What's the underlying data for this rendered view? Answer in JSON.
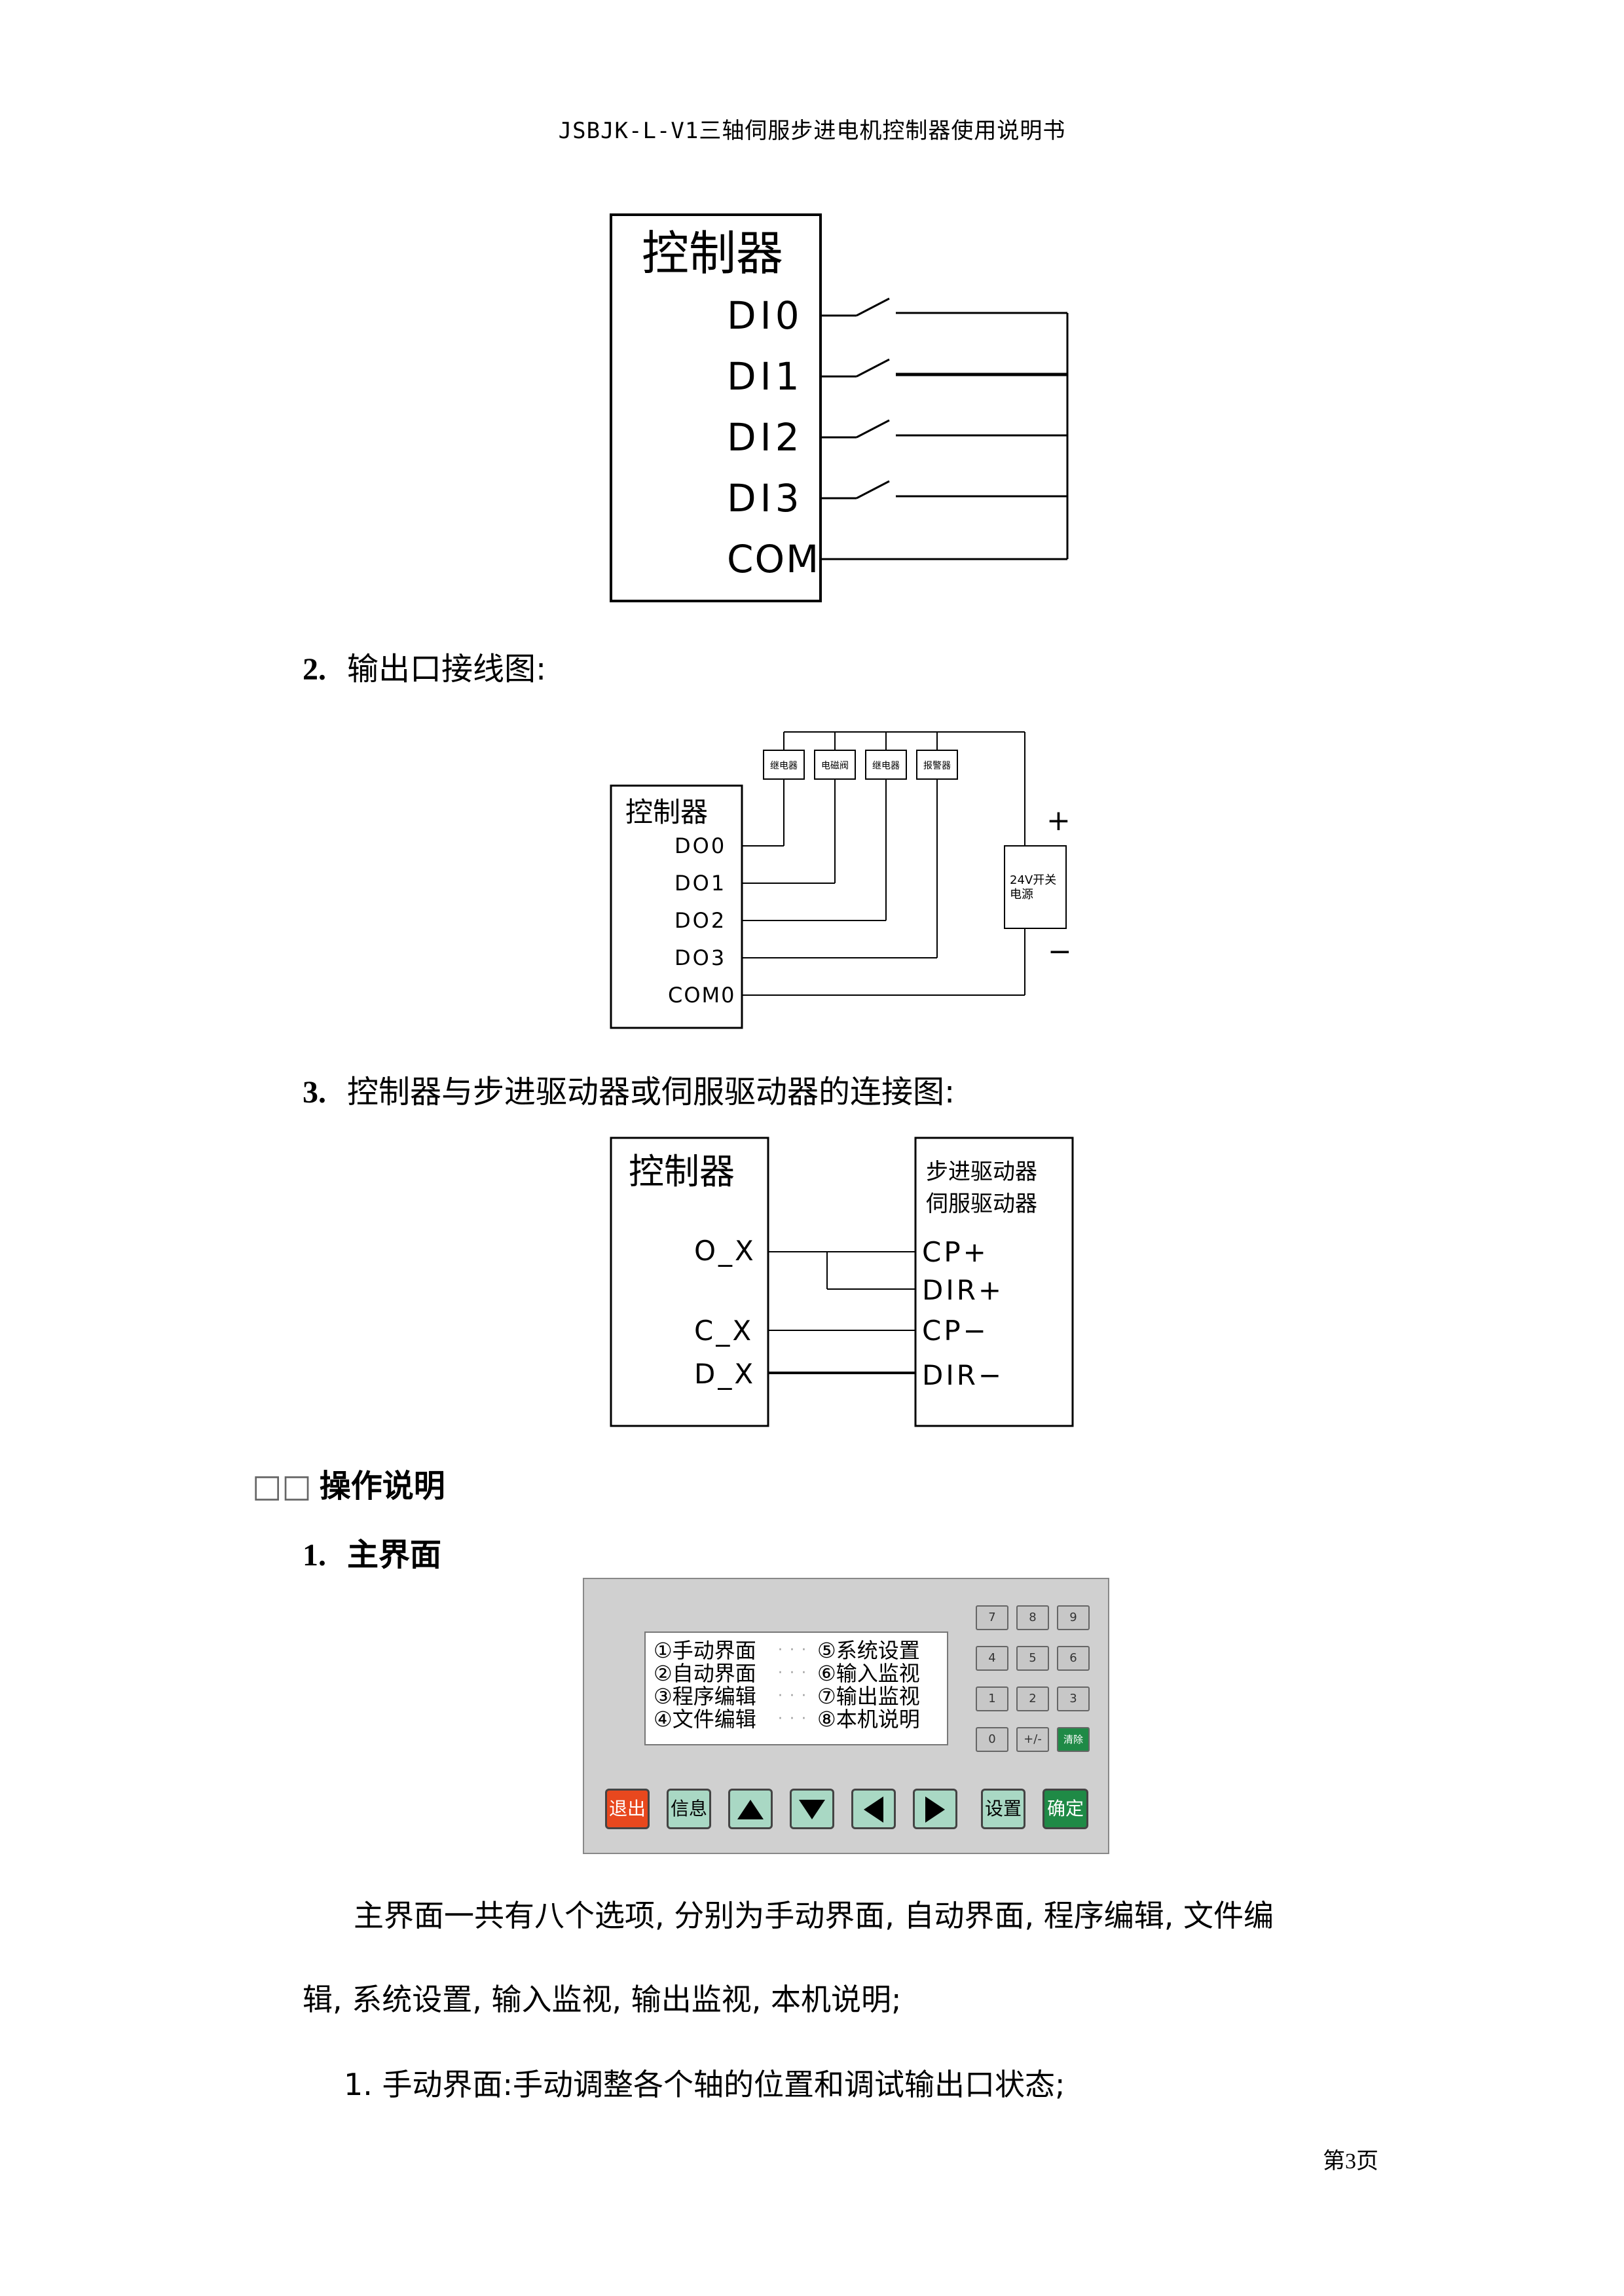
{
  "header": "JSBJK-L-V1三轴伺服步进电机控制器使用说明书",
  "diagram1": {
    "controller": "控制器",
    "pins": [
      "DI0",
      "DI1",
      "DI2",
      "DI3",
      "COM"
    ]
  },
  "section2": {
    "num": "2.",
    "title": "输出口接线图:"
  },
  "diagram2": {
    "controller": "控制器",
    "pins": [
      "DO0",
      "DO1",
      "DO2",
      "DO3",
      "COM0"
    ],
    "loads": [
      "继电器",
      "电磁阀",
      "继电器",
      "报警器"
    ],
    "psu_line1": "24V开关",
    "psu_line2": "电源",
    "plus": "+",
    "minus": "−"
  },
  "section3": {
    "num": "3.",
    "title": "控制器与步进驱动器或伺服驱动器的连接图:"
  },
  "diagram3": {
    "controller": "控制器",
    "driver_line1": "步进驱动器",
    "driver_line2": "伺服驱动器",
    "ctrl_pins": [
      "O_X",
      "C_X",
      "D_X"
    ],
    "drv_pins": [
      "CP+",
      "DIR+",
      "CP−",
      "DIR−"
    ]
  },
  "chapter": {
    "marker": "□□",
    "title": "操作说明"
  },
  "section_main": {
    "num": "1.",
    "title": "主界面"
  },
  "panel": {
    "lcd_left": [
      "①手动界面",
      "②自动界面",
      "③程序编辑",
      "④文件编辑"
    ],
    "lcd_right": [
      "⑤系统设置",
      "⑥输入监视",
      "⑦输出监视",
      "⑧本机说明"
    ],
    "keypad": [
      "7",
      "8",
      "9",
      "4",
      "5",
      "6",
      "1",
      "2",
      "3",
      "0",
      "+/-",
      "清除"
    ],
    "fn_exit": "退出",
    "fn_info": "信息",
    "fn_settings": "设置",
    "fn_ok": "确定"
  },
  "para1_line1": "主界面一共有八个选项, 分别为手动界面, 自动界面, 程序编辑, 文件编",
  "para1_line2": "辑, 系统设置, 输入监视, 输出监视, 本机说明;",
  "item1": "1. 手动界面:手动调整各个轴的位置和调试输出口状态;",
  "page_number": "第3页"
}
